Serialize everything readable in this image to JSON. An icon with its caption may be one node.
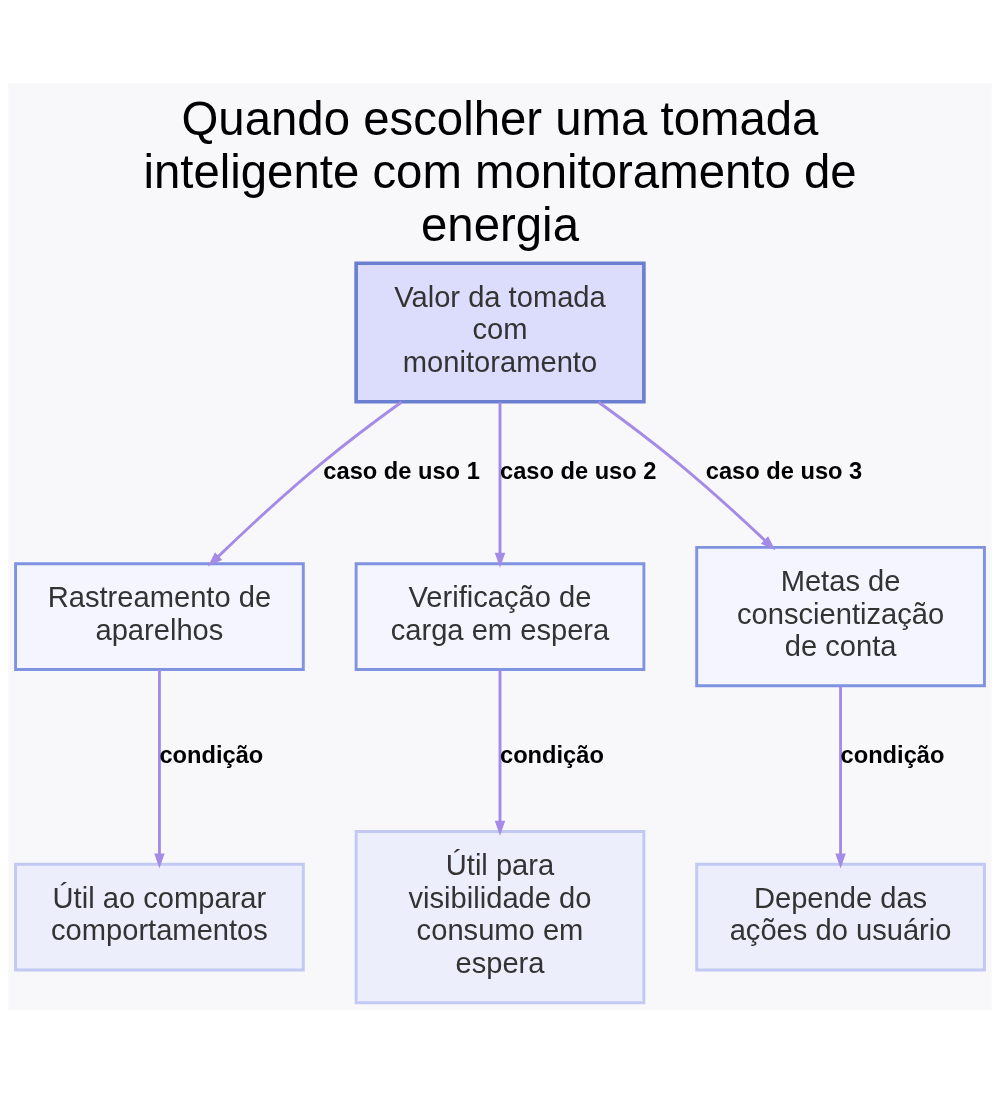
{
  "diagram": {
    "title": "Quando escolher uma tomada inteligente com monitoramento de energia",
    "nodes": [
      {
        "text": [
          "Valor da tomada com monitoramento"
        ]
      },
      {
        "text": [
          "Rastreamento de aparelhos"
        ]
      },
      {
        "text": [
          "Verificação de carga em espera"
        ]
      },
      {
        "text": [
          "Metas de conscientização de conta"
        ]
      },
      {
        "text": [
          "Útil ao comparar comportamentos"
        ]
      },
      {
        "text": [
          "Útil para visibilidade do consumo em espera"
        ]
      },
      {
        "text": [
          "Depende das ações do usuário"
        ]
      }
    ],
    "edges": [
      {
        "from": 0,
        "to": 1,
        "arrow": "to",
        "label": "caso de uso 1"
      },
      {
        "from": 0,
        "to": 2,
        "arrow": "to",
        "label": "caso de uso 2"
      },
      {
        "from": 0,
        "to": 3,
        "arrow": "to",
        "label": "caso de uso 3"
      },
      {
        "from": 1,
        "to": 4,
        "arrow": "to",
        "label": "condição"
      },
      {
        "from": 2,
        "to": 5,
        "arrow": "to",
        "label": "condição"
      },
      {
        "from": 3,
        "to": 6,
        "arrow": "to",
        "label": "condição"
      }
    ]
  }
}
